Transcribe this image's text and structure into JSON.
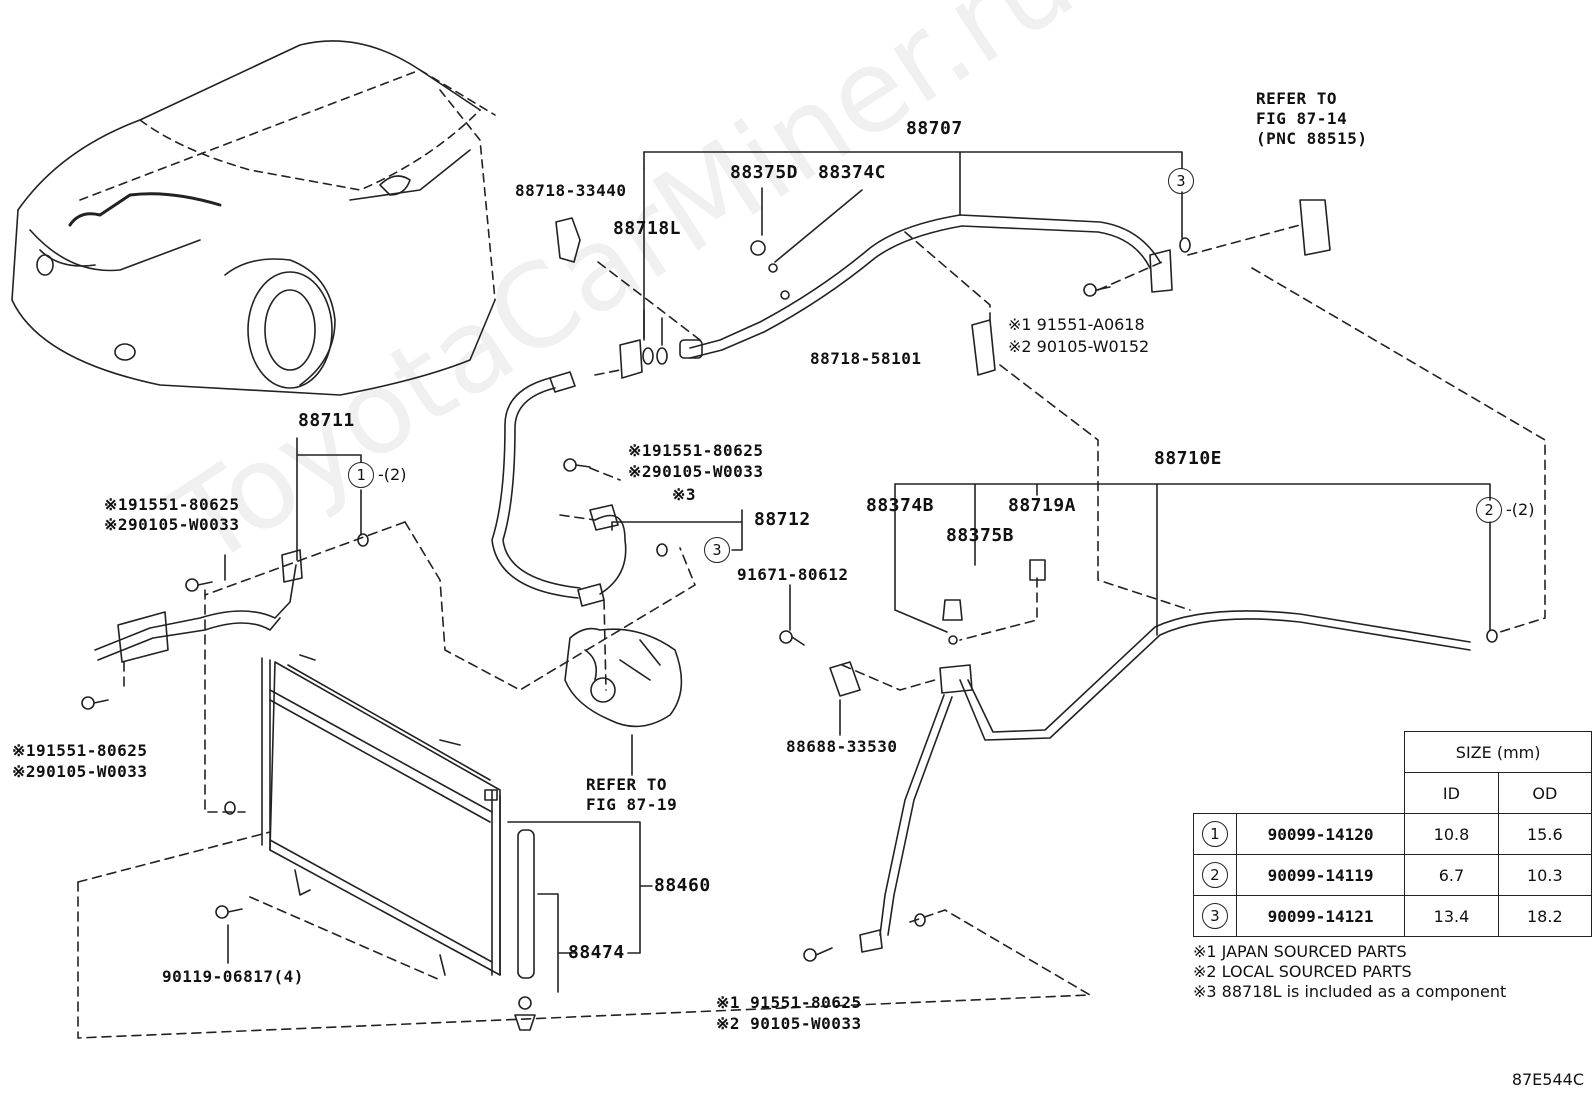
{
  "watermark": "ToyotaCarMiner.ru",
  "diagram_code": "87E544C",
  "callouts": {
    "c1": "1",
    "c2": "2",
    "c3": "3",
    "c1_qty": "-(2)",
    "c2_qty": "-(2)"
  },
  "labels": {
    "refer_fig_87_14_l1": "REFER TO",
    "refer_fig_87_14_l2": "FIG 87-14",
    "refer_fig_87_14_l3": "(PNC 88515)",
    "p88707": "88707",
    "p88718_33440": "88718-33440",
    "p88375D": "88375D",
    "p88374C": "88374C",
    "p88718L": "88718L",
    "p91551_A0618": "※1 91551-A0618",
    "p90105_W0152": "※2 90105-W0152",
    "p88718_58101": "88718-58101",
    "p88711": "88711",
    "mid_b1": "※191551-80625",
    "mid_b2": "※290105-W0033",
    "left_b1": "※191551-80625",
    "left_b2": "※290105-W0033",
    "leftlow_b1": "※191551-80625",
    "leftlow_b2": "※290105-W0033",
    "note3": "※3",
    "p88712": "88712",
    "p88710E": "88710E",
    "p88374B": "88374B",
    "p88719A": "88719A",
    "p88375B": "88375B",
    "p91671_80612": "91671-80612",
    "p88688_33530": "88688-33530",
    "refer_fig_87_19_l1": "REFER TO",
    "refer_fig_87_19_l2": "FIG 87-19",
    "p88460": "88460",
    "p88474": "88474",
    "p90119_06817": "90119-06817(4)",
    "bot_b1": "※1 91551-80625",
    "bot_b2": "※2 90105-W0033"
  },
  "size_table": {
    "header": "SIZE (mm)",
    "col_id": "ID",
    "col_od": "OD",
    "rows": [
      {
        "ref": "1",
        "part": "90099-14120",
        "id": "10.8",
        "od": "15.6"
      },
      {
        "ref": "2",
        "part": "90099-14119",
        "id": "6.7",
        "od": "10.3"
      },
      {
        "ref": "3",
        "part": "90099-14121",
        "id": "13.4",
        "od": "18.2"
      }
    ]
  },
  "notes": [
    "※1 JAPAN SOURCED PARTS",
    "※2 LOCAL SOURCED PARTS",
    "※3  88718L is included as a component"
  ]
}
